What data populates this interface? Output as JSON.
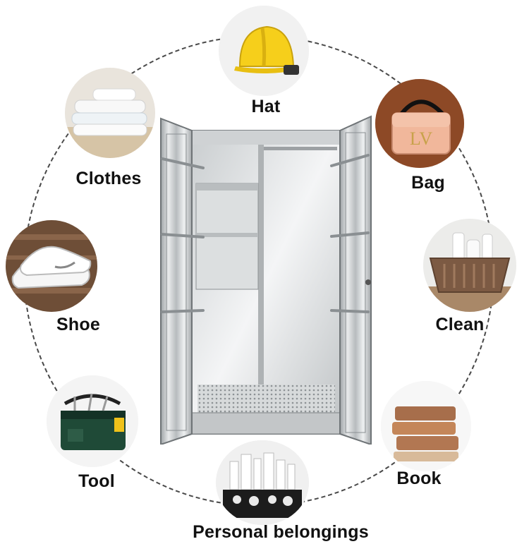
{
  "image": {
    "subject": "stainless-steel-cabinet",
    "background_color": "#ffffff",
    "ring_color": "#4a4a4a"
  },
  "items": [
    {
      "key": "hat",
      "label": "Hat",
      "icon": "hard-hat-icon"
    },
    {
      "key": "bag",
      "label": "Bag",
      "icon": "handbag-icon"
    },
    {
      "key": "clean",
      "label": "Clean",
      "icon": "cleaning-basket-icon"
    },
    {
      "key": "book",
      "label": "Book",
      "icon": "book-stack-icon"
    },
    {
      "key": "personal",
      "label": "Personal belongings",
      "icon": "cosmetics-tray-icon"
    },
    {
      "key": "tool",
      "label": "Tool",
      "icon": "tool-bag-icon"
    },
    {
      "key": "shoe",
      "label": "Shoe",
      "icon": "sneaker-icon"
    },
    {
      "key": "clothes",
      "label": "Clothes",
      "icon": "folded-clothes-icon"
    }
  ]
}
